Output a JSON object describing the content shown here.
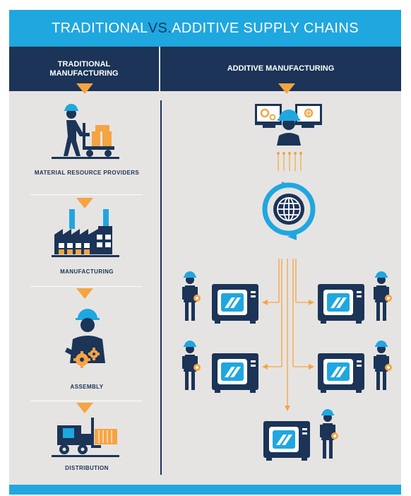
{
  "title": {
    "part1": "TRADITIONAL ",
    "vs": "VS.",
    "part2": " ADDITIVE SUPPLY CHAINS"
  },
  "columns": {
    "left_header": "TRADITIONAL\nMANUFACTURING",
    "right_header": "ADDITIVE MANUFACTURING"
  },
  "traditional_steps": [
    {
      "label": "MATERIAL RESOURCE PROVIDERS",
      "icon": "worker-with-cart-icon"
    },
    {
      "label": "MANUFACTURING",
      "icon": "factory-icon"
    },
    {
      "label": "ASSEMBLY",
      "icon": "worker-with-gears-icon"
    },
    {
      "label": "DISTRIBUTION",
      "icon": "forklift-icon"
    }
  ],
  "additive_elements": [
    {
      "icon": "designer-with-monitors-icon"
    },
    {
      "icon": "globe-network-icon"
    },
    {
      "icon": "3d-printer-with-operator-icon"
    }
  ],
  "colors": {
    "accent_blue": "#1fa7e0",
    "navy": "#1b3457",
    "orange": "#f5a443",
    "background": "#e6e4e2"
  }
}
